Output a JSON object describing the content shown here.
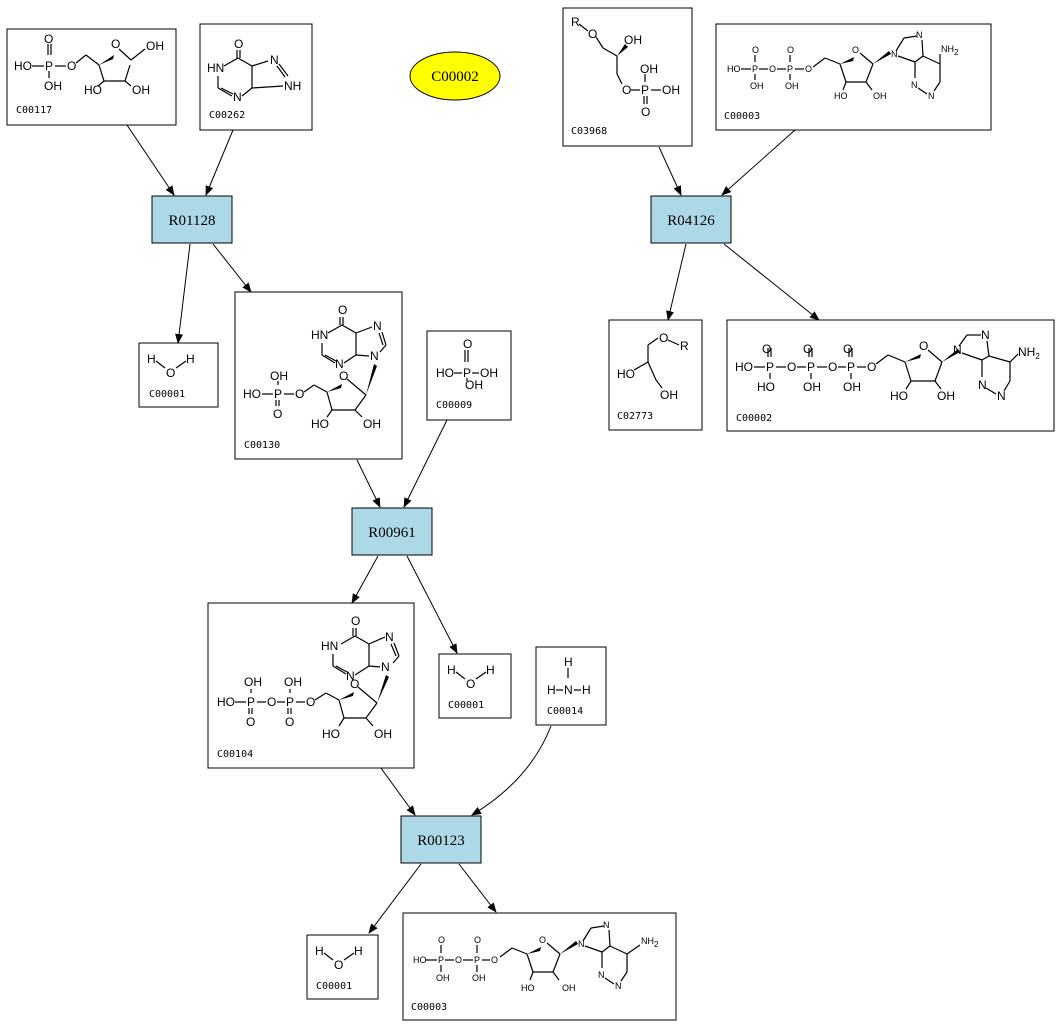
{
  "highlight": {
    "label": "C00002",
    "color": "#ffff00"
  },
  "colors": {
    "reaction_fill": "#add8e6"
  },
  "reactions": {
    "r01128": "R01128",
    "r04126": "R04126",
    "r00961": "R00961",
    "r00123": "R00123"
  },
  "compounds": {
    "c00117": "C00117",
    "c00262": "C00262",
    "c03968": "C03968",
    "c00003_top": "C00003",
    "c00001_a": "C00001",
    "c00130": "C00130",
    "c00009": "C00009",
    "c02773": "C02773",
    "c00002": "C00002",
    "c00104": "C00104",
    "c00001_b": "C00001",
    "c00014": "C00014",
    "c00001_c": "C00001",
    "c00003_bottom": "C00003"
  },
  "atoms": {
    "O": "O",
    "OH": "OH",
    "HO": "HO",
    "P": "P",
    "N": "N",
    "NH": "NH",
    "HN": "HN",
    "NH2": "NH2",
    "R": "R",
    "H": "H"
  }
}
